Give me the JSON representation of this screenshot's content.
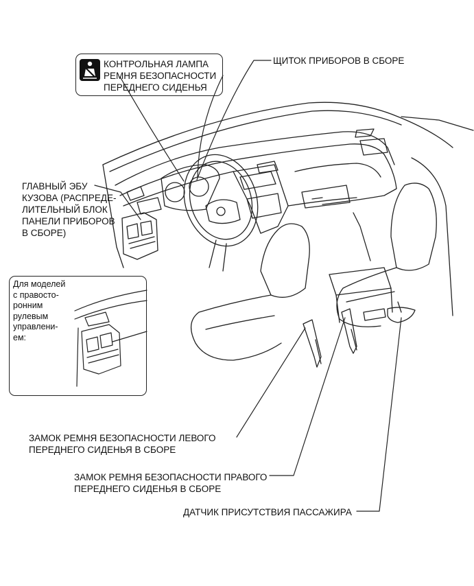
{
  "callouts": {
    "warning_lamp": [
      "КОНТРОЛЬНАЯ ЛАМПА",
      "РЕМНЯ БЕЗОПАСНОСТИ",
      "ПЕРЕДНЕГО СИДЕНЬЯ"
    ],
    "cluster": [
      "ЩИТОК ПРИБОРОВ В СБОРЕ"
    ],
    "main_body_ecu": [
      "ГЛАВНЫЙ ЭБУ",
      "КУЗОВА (РАСПРЕДЕ-",
      "ЛИТЕЛЬНЫЙ БЛОК",
      "ПАНЕЛИ ПРИБОРОВ",
      "В СБОРЕ)"
    ],
    "rhd_note": [
      "Для моделей",
      "с правосто-",
      "ронним",
      "рулевым",
      "управлени-",
      "ем:"
    ],
    "left_buckle": [
      "ЗАМОК РЕМНЯ БЕЗОПАСНОСТИ ЛЕВОГО",
      "ПЕРЕДНЕГО СИДЕНЬЯ В СБОРЕ"
    ],
    "right_buckle": [
      "ЗАМОК РЕМНЯ БЕЗОПАСНОСТИ ПРАВОГО",
      "ПЕРЕДНЕГО СИДЕНЬЯ В СБОРЕ"
    ],
    "occupant_sensor": [
      "ДАТЧИК ПРИСУТСТВИЯ ПАССАЖИРА"
    ]
  },
  "icons": {
    "seatbelt_indicator": "seatbelt-warning-icon"
  }
}
